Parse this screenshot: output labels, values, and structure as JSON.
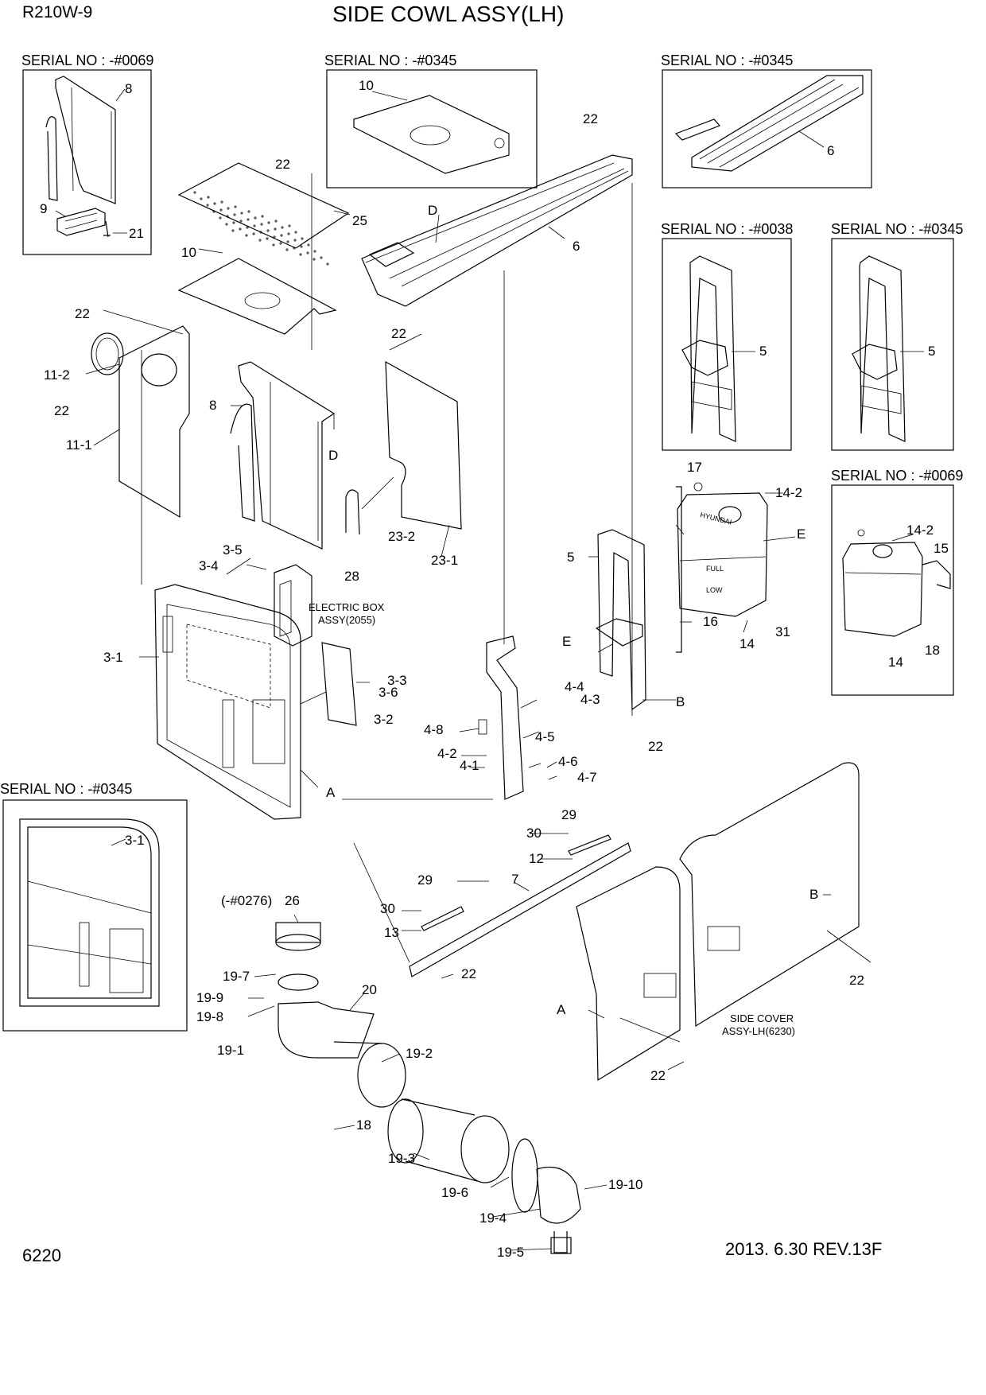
{
  "header": {
    "model": "R210W-9",
    "title": "SIDE COWL ASSY(LH)"
  },
  "footer": {
    "page_no": "6220",
    "date_rev": "2013. 6.30  REV.13F"
  },
  "serials": {
    "box_top_left": "SERIAL NO : -#0069",
    "box_top_mid": "SERIAL NO : -#0345",
    "box_top_right": "SERIAL NO : -#0345",
    "box_mid_right_a": "SERIAL NO : -#0038",
    "box_mid_right_b": "SERIAL NO : -#0345",
    "box_tank_right": "SERIAL NO : -#0069",
    "box_bottom_left": "SERIAL NO : -#0345"
  },
  "notes": {
    "electric_box_1": "ELECTRIC BOX",
    "electric_box_2": "ASSY(2055)",
    "side_cover_1": "SIDE COVER",
    "side_cover_2": "ASSY-LH(6230)",
    "serial_26": "(-#0276)"
  },
  "tank_text": {
    "brand": "HYUNDAI",
    "full": "FULL",
    "low": "LOW"
  },
  "callouts": [
    {
      "id": "c-8a",
      "text": "8"
    },
    {
      "id": "c-9",
      "text": "9"
    },
    {
      "id": "c-21",
      "text": "21"
    },
    {
      "id": "c-10a",
      "text": "10"
    },
    {
      "id": "c-6a",
      "text": "6"
    },
    {
      "id": "c-22a",
      "text": "22"
    },
    {
      "id": "c-25",
      "text": "25"
    },
    {
      "id": "c-10b",
      "text": "10"
    },
    {
      "id": "c-22b",
      "text": "22"
    },
    {
      "id": "c-Da",
      "text": "D"
    },
    {
      "id": "c-6b",
      "text": "6"
    },
    {
      "id": "c-22c",
      "text": "22"
    },
    {
      "id": "c-11-2",
      "text": "11-2"
    },
    {
      "id": "c-22d",
      "text": "22"
    },
    {
      "id": "c-11-1",
      "text": "11-1"
    },
    {
      "id": "c-8b",
      "text": "8"
    },
    {
      "id": "c-Db",
      "text": "D"
    },
    {
      "id": "c-22e",
      "text": "22"
    },
    {
      "id": "c-23-2",
      "text": "23-2"
    },
    {
      "id": "c-23-1",
      "text": "23-1"
    },
    {
      "id": "c-5a",
      "text": "5"
    },
    {
      "id": "c-5b",
      "text": "5"
    },
    {
      "id": "c-17",
      "text": "17"
    },
    {
      "id": "c-14-2a",
      "text": "14-2"
    },
    {
      "id": "c-Ea",
      "text": "E"
    },
    {
      "id": "c-16",
      "text": "16"
    },
    {
      "id": "c-14a",
      "text": "14"
    },
    {
      "id": "c-31",
      "text": "31"
    },
    {
      "id": "c-14-2b",
      "text": "14-2"
    },
    {
      "id": "c-15",
      "text": "15"
    },
    {
      "id": "c-18a",
      "text": "18"
    },
    {
      "id": "c-14b",
      "text": "14"
    },
    {
      "id": "c-3-5",
      "text": "3-5"
    },
    {
      "id": "c-3-4",
      "text": "3-4"
    },
    {
      "id": "c-28",
      "text": "28"
    },
    {
      "id": "c-3-1a",
      "text": "3-1"
    },
    {
      "id": "c-3-3",
      "text": "3-3"
    },
    {
      "id": "c-3-6",
      "text": "3-6"
    },
    {
      "id": "c-3-2",
      "text": "3-2"
    },
    {
      "id": "c-Aa",
      "text": "A"
    },
    {
      "id": "c-5c",
      "text": "5"
    },
    {
      "id": "c-Eb",
      "text": "E"
    },
    {
      "id": "c-Ba",
      "text": "B"
    },
    {
      "id": "c-22f",
      "text": "22"
    },
    {
      "id": "c-4-4",
      "text": "4-4"
    },
    {
      "id": "c-4-3",
      "text": "4-3"
    },
    {
      "id": "c-4-8",
      "text": "4-8"
    },
    {
      "id": "c-4-5",
      "text": "4-5"
    },
    {
      "id": "c-4-2",
      "text": "4-2"
    },
    {
      "id": "c-4-1",
      "text": "4-1"
    },
    {
      "id": "c-4-6",
      "text": "4-6"
    },
    {
      "id": "c-4-7",
      "text": "4-7"
    },
    {
      "id": "c-29a",
      "text": "29"
    },
    {
      "id": "c-30a",
      "text": "30"
    },
    {
      "id": "c-12",
      "text": "12"
    },
    {
      "id": "c-7",
      "text": "7"
    },
    {
      "id": "c-29b",
      "text": "29"
    },
    {
      "id": "c-30b",
      "text": "30"
    },
    {
      "id": "c-13",
      "text": "13"
    },
    {
      "id": "c-22g",
      "text": "22"
    },
    {
      "id": "c-3-1b",
      "text": "3-1"
    },
    {
      "id": "c-26",
      "text": "26"
    },
    {
      "id": "c-19-7",
      "text": "19-7"
    },
    {
      "id": "c-19-9",
      "text": "19-9"
    },
    {
      "id": "c-19-8",
      "text": "19-8"
    },
    {
      "id": "c-20",
      "text": "20"
    },
    {
      "id": "c-19-1",
      "text": "19-1"
    },
    {
      "id": "c-19-2",
      "text": "19-2"
    },
    {
      "id": "c-18b",
      "text": "18"
    },
    {
      "id": "c-19-3",
      "text": "19-3"
    },
    {
      "id": "c-19-6",
      "text": "19-6"
    },
    {
      "id": "c-19-10",
      "text": "19-10"
    },
    {
      "id": "c-19-4",
      "text": "19-4"
    },
    {
      "id": "c-19-5",
      "text": "19-5"
    },
    {
      "id": "c-Ab",
      "text": "A"
    },
    {
      "id": "c-Bb",
      "text": "B"
    },
    {
      "id": "c-22h",
      "text": "22"
    },
    {
      "id": "c-22i",
      "text": "22"
    }
  ]
}
